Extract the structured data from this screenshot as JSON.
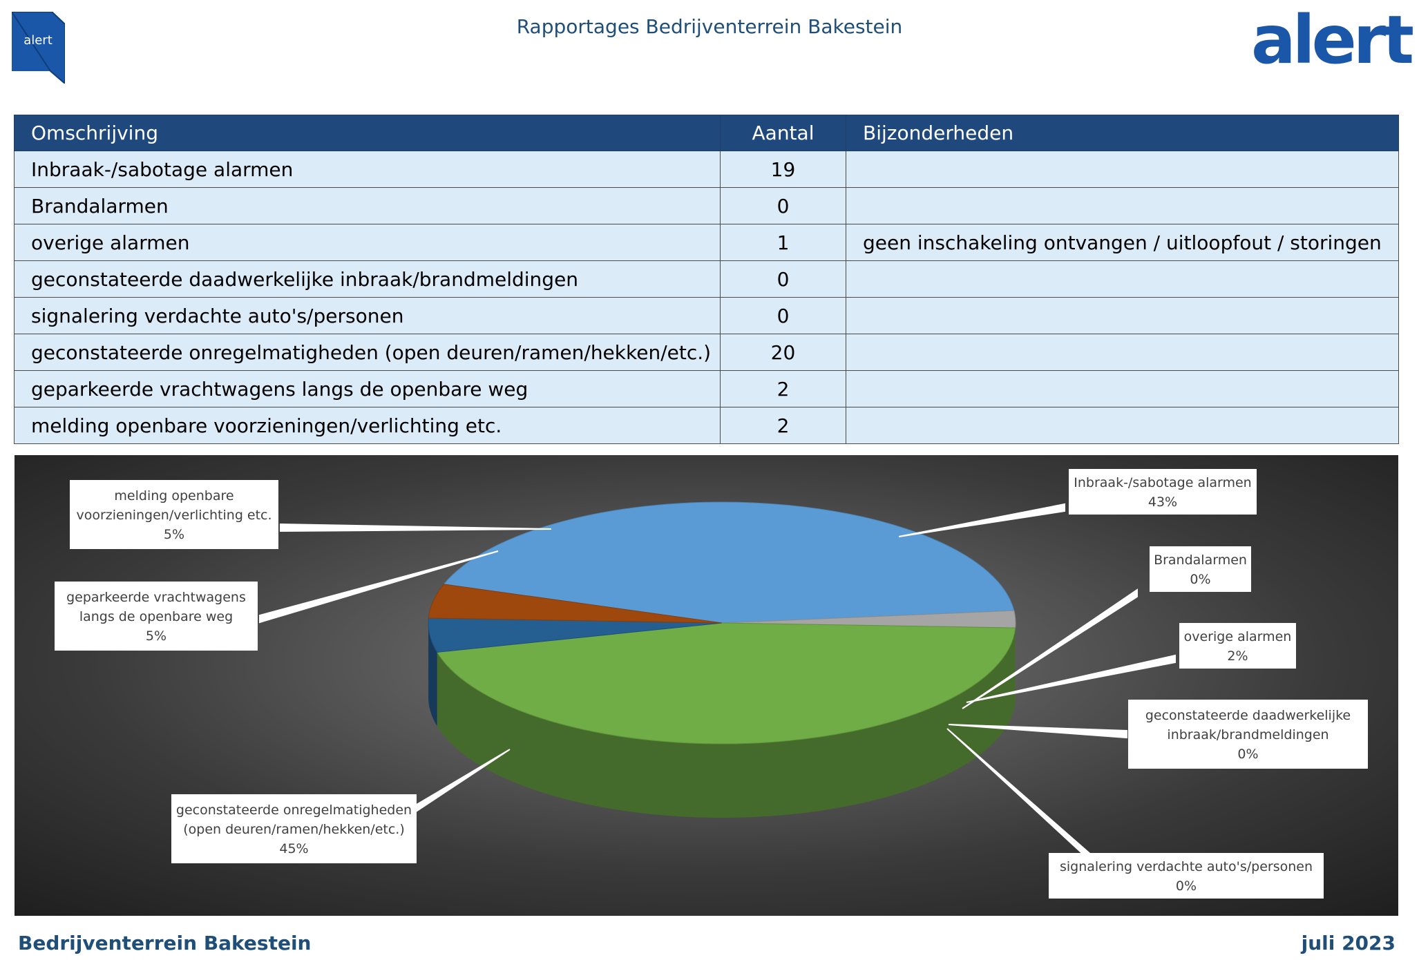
{
  "header": {
    "badge_text": "alert",
    "title": "Rapportages Bedrijventerrein Bakestein",
    "brand": "alert"
  },
  "table": {
    "headers": [
      "Omschrijving",
      "Aantal",
      "Bijzonderheden"
    ],
    "rows": [
      {
        "description": "Inbraak-/sabotage alarmen",
        "count": "19",
        "details": ""
      },
      {
        "description": "Brandalarmen",
        "count": "0",
        "details": ""
      },
      {
        "description": "overige alarmen",
        "count": "1",
        "details": "geen inschakeling ontvangen / uitloopfout / storingen"
      },
      {
        "description": "geconstateerde daadwerkelijke inbraak/brandmeldingen",
        "count": "0",
        "details": ""
      },
      {
        "description": "signalering verdachte auto's/personen",
        "count": "0",
        "details": ""
      },
      {
        "description": "geconstateerde onregelmatigheden (open deuren/ramen/hekken/etc.)",
        "count": "20",
        "details": ""
      },
      {
        "description": "geparkeerde vrachtwagens langs de openbare weg",
        "count": "2",
        "details": ""
      },
      {
        "description": "melding openbare voorzieningen/verlichting etc.",
        "count": "2",
        "details": ""
      }
    ]
  },
  "chart_data": {
    "type": "pie",
    "title": "",
    "labels": [
      "Inbraak-/sabotage alarmen",
      "Brandalarmen",
      "overige alarmen",
      "geconstateerde daadwerkelijke inbraak/brandmeldingen",
      "signalering verdachte auto's/personen",
      "geconstateerde onregelmatigheden (open deuren/ramen/hekken/etc.)",
      "geparkeerde vrachtwagens langs de openbare weg",
      "melding openbare voorzieningen/verlichting etc."
    ],
    "values": [
      19,
      0,
      1,
      0,
      0,
      20,
      2,
      2
    ],
    "percent_labels": [
      "43%",
      "0%",
      "2%",
      "0%",
      "0%",
      "45%",
      "5%",
      "5%"
    ],
    "colors": [
      "#5b9bd5",
      "#ed7d31",
      "#a5a5a5",
      "#ffc000",
      "#4472c4",
      "#70ad47",
      "#255e91",
      "#9e480e"
    ],
    "background": "#2b2b2b"
  },
  "footer": {
    "left": "Bedrijventerrein Bakestein",
    "right": "juli 2023"
  }
}
